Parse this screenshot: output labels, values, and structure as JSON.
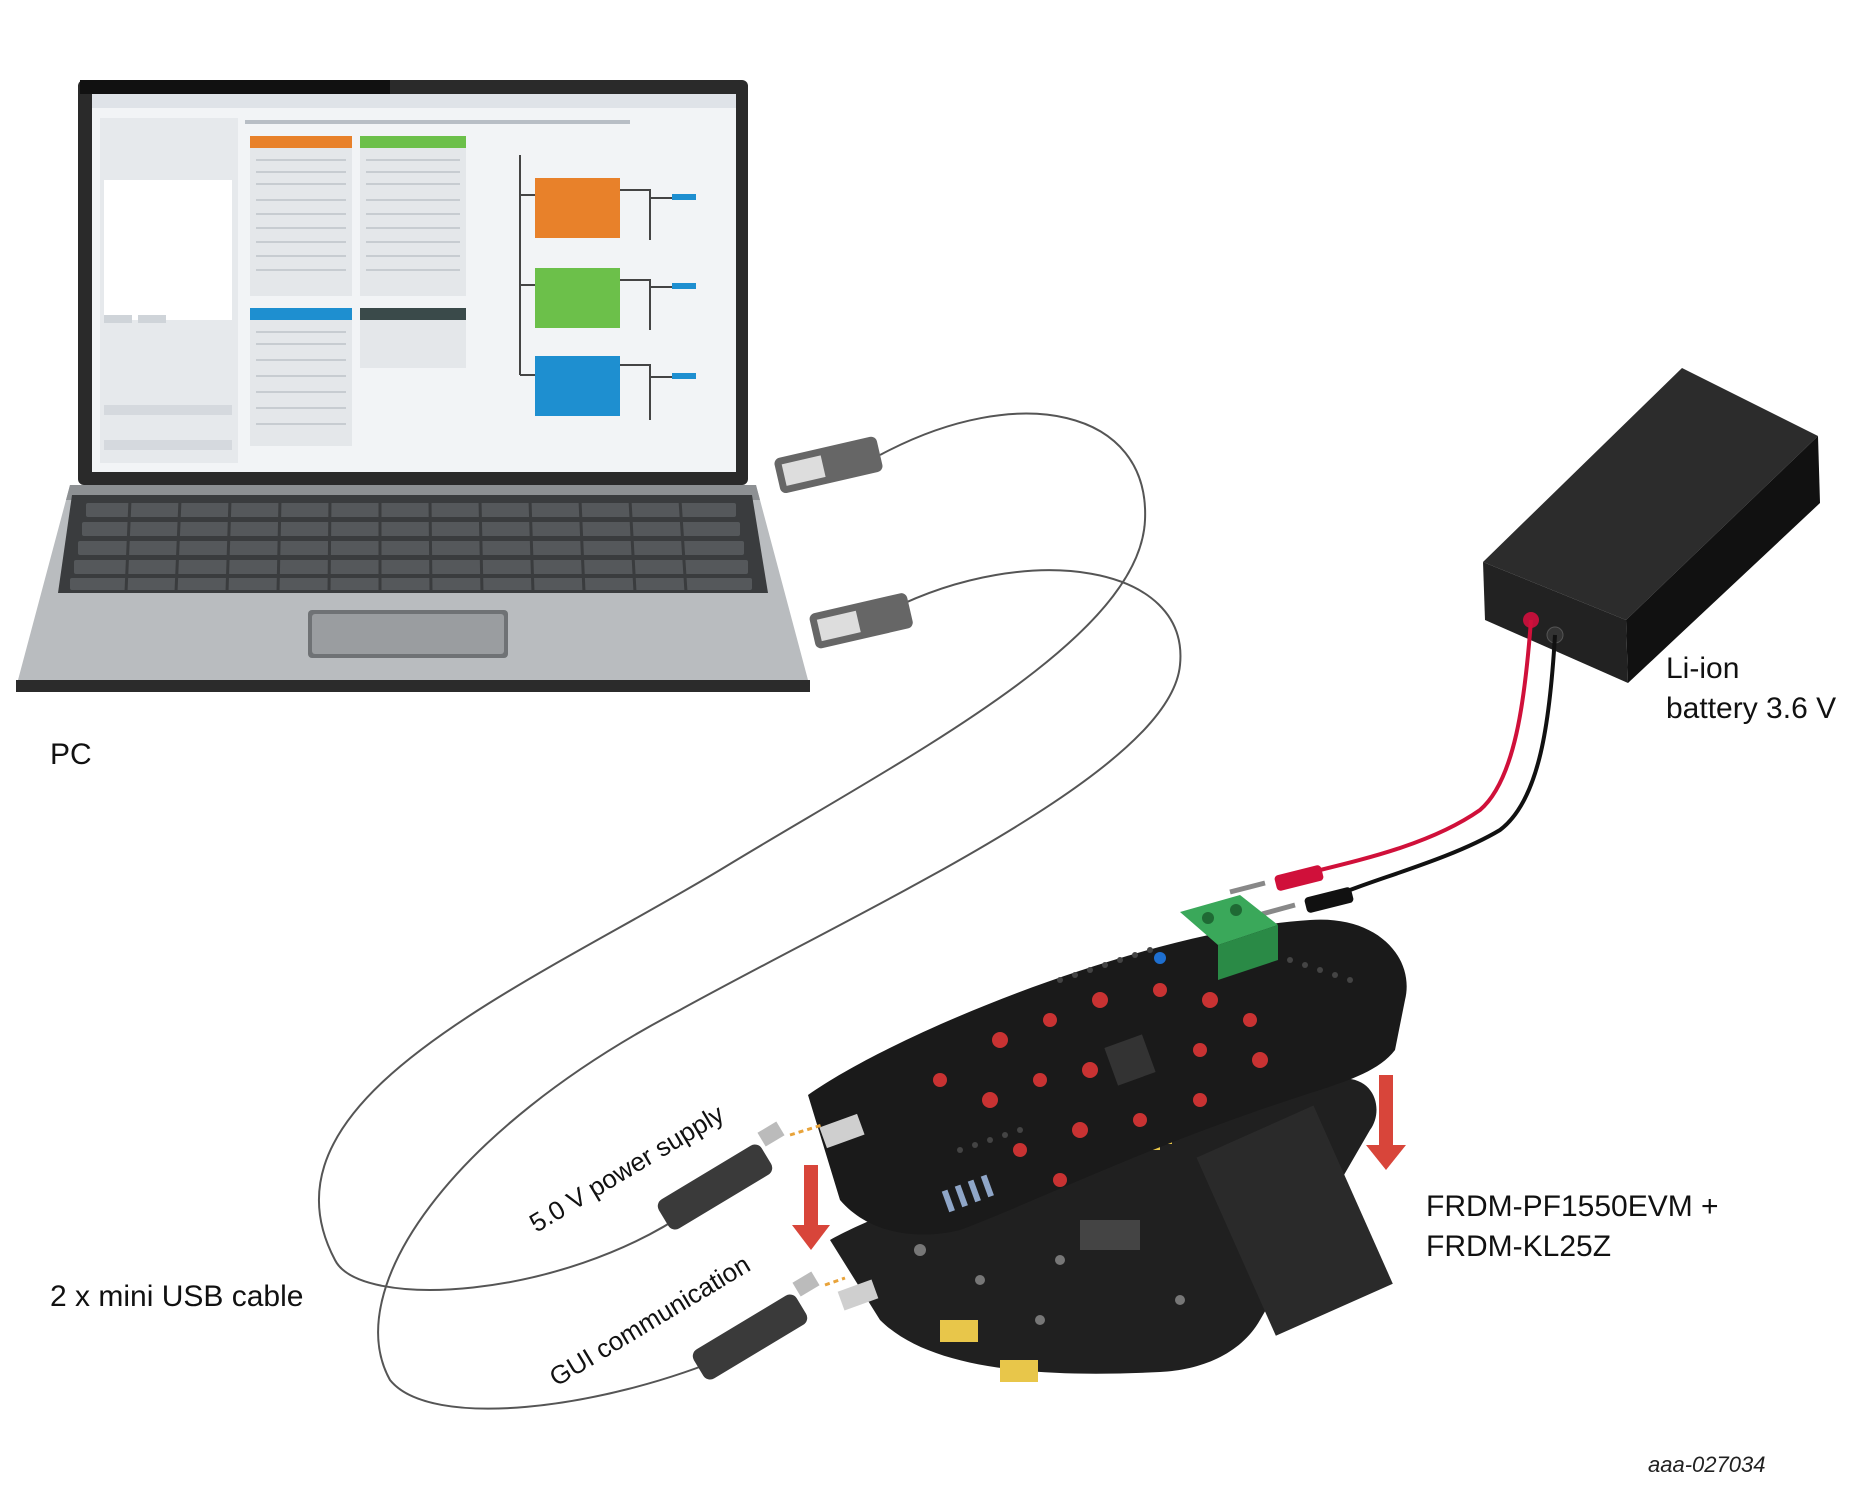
{
  "labels": {
    "pc": "PC",
    "battery_line1": "Li-ion",
    "battery_line2": "battery 3.6 V",
    "board_line1": "FRDM-PF1550EVM +",
    "board_line2": "FRDM-KL25Z",
    "cable": "2 x mini USB cable",
    "power": "5.0 V  power supply",
    "gui": "GUI communication",
    "code": "aaa-027034"
  },
  "colors": {
    "orange": "#e8812a",
    "green": "#6cc04a",
    "blue": "#1e8fd0",
    "wire_red": "#d0103a",
    "arrow_red": "#d8453a",
    "pcb": "#1a1a1a"
  }
}
